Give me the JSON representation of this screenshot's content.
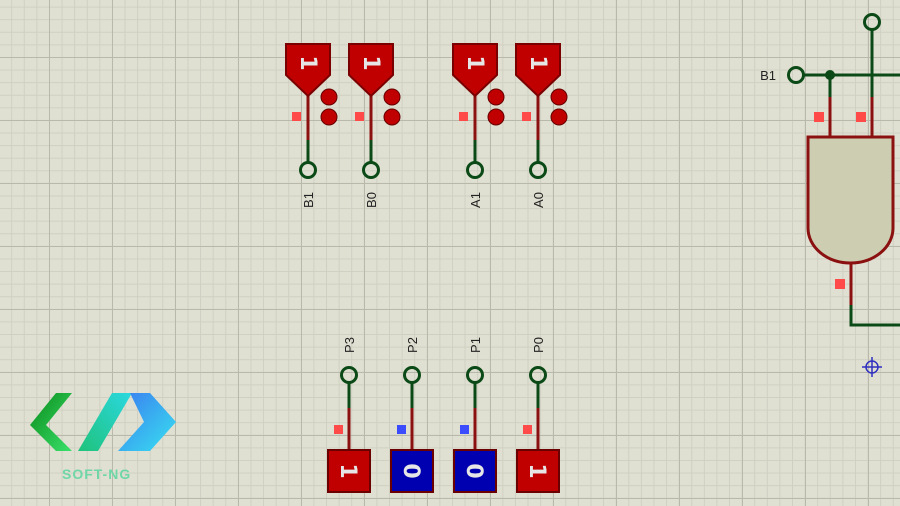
{
  "inputs": [
    {
      "label": "B1",
      "state": "1"
    },
    {
      "label": "B0",
      "state": "1"
    },
    {
      "label": "A1",
      "state": "1"
    },
    {
      "label": "A0",
      "state": "1"
    }
  ],
  "probes": [
    {
      "label": "P3",
      "state": "1"
    },
    {
      "label": "P2",
      "state": "0"
    },
    {
      "label": "P1",
      "state": "0"
    },
    {
      "label": "P0",
      "state": "1"
    }
  ],
  "gate": {
    "input_label": "B1"
  },
  "logo": {
    "text": "SOFT-NG"
  },
  "colors": {
    "high": "#c00000",
    "low": "#0000b0",
    "wire": "#0b4a17",
    "pin": "#8b1010",
    "gate_fill": "#cdcdb2"
  }
}
